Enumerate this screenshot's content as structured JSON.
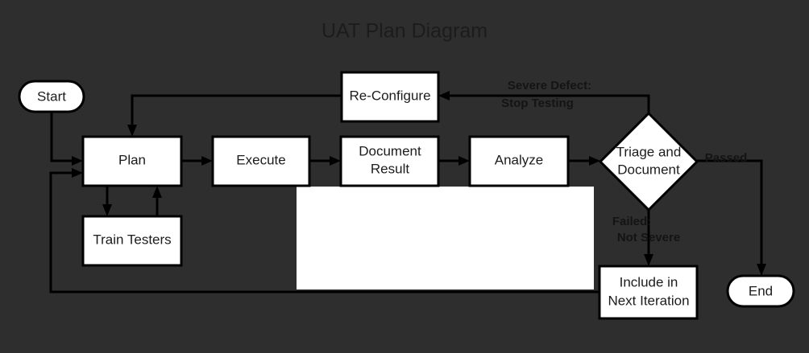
{
  "title": "UAT Plan Diagram",
  "colors": {
    "background": "#2e2e2e",
    "node_fill": "#ffffff",
    "node_stroke": "#000000",
    "text": "#1c1c1c"
  },
  "nodes": {
    "start": {
      "label": "Start",
      "shape": "stadium"
    },
    "plan": {
      "label": "Plan",
      "shape": "rect"
    },
    "train_testers": {
      "label": "Train Testers",
      "shape": "rect"
    },
    "execute": {
      "label": "Execute",
      "shape": "rect"
    },
    "document_result": {
      "label_line1": "Document",
      "label_line2": "Result",
      "shape": "rect"
    },
    "analyze": {
      "label": "Analyze",
      "shape": "rect"
    },
    "reconfigure": {
      "label": "Re-Configure",
      "shape": "rect"
    },
    "triage": {
      "label_line1": "Triage and",
      "label_line2": "Document",
      "shape": "diamond"
    },
    "include_next": {
      "label_line1": "Include in",
      "label_line2": "Next Iteration",
      "shape": "rect"
    },
    "end": {
      "label": "End",
      "shape": "stadium"
    }
  },
  "edge_labels": {
    "severe_defect_line1": "Severe Defect:",
    "severe_defect_line2": "Stop Testing",
    "failed_line1": "Failed:",
    "failed_line2": "Not Severe",
    "passed": "Passed"
  }
}
